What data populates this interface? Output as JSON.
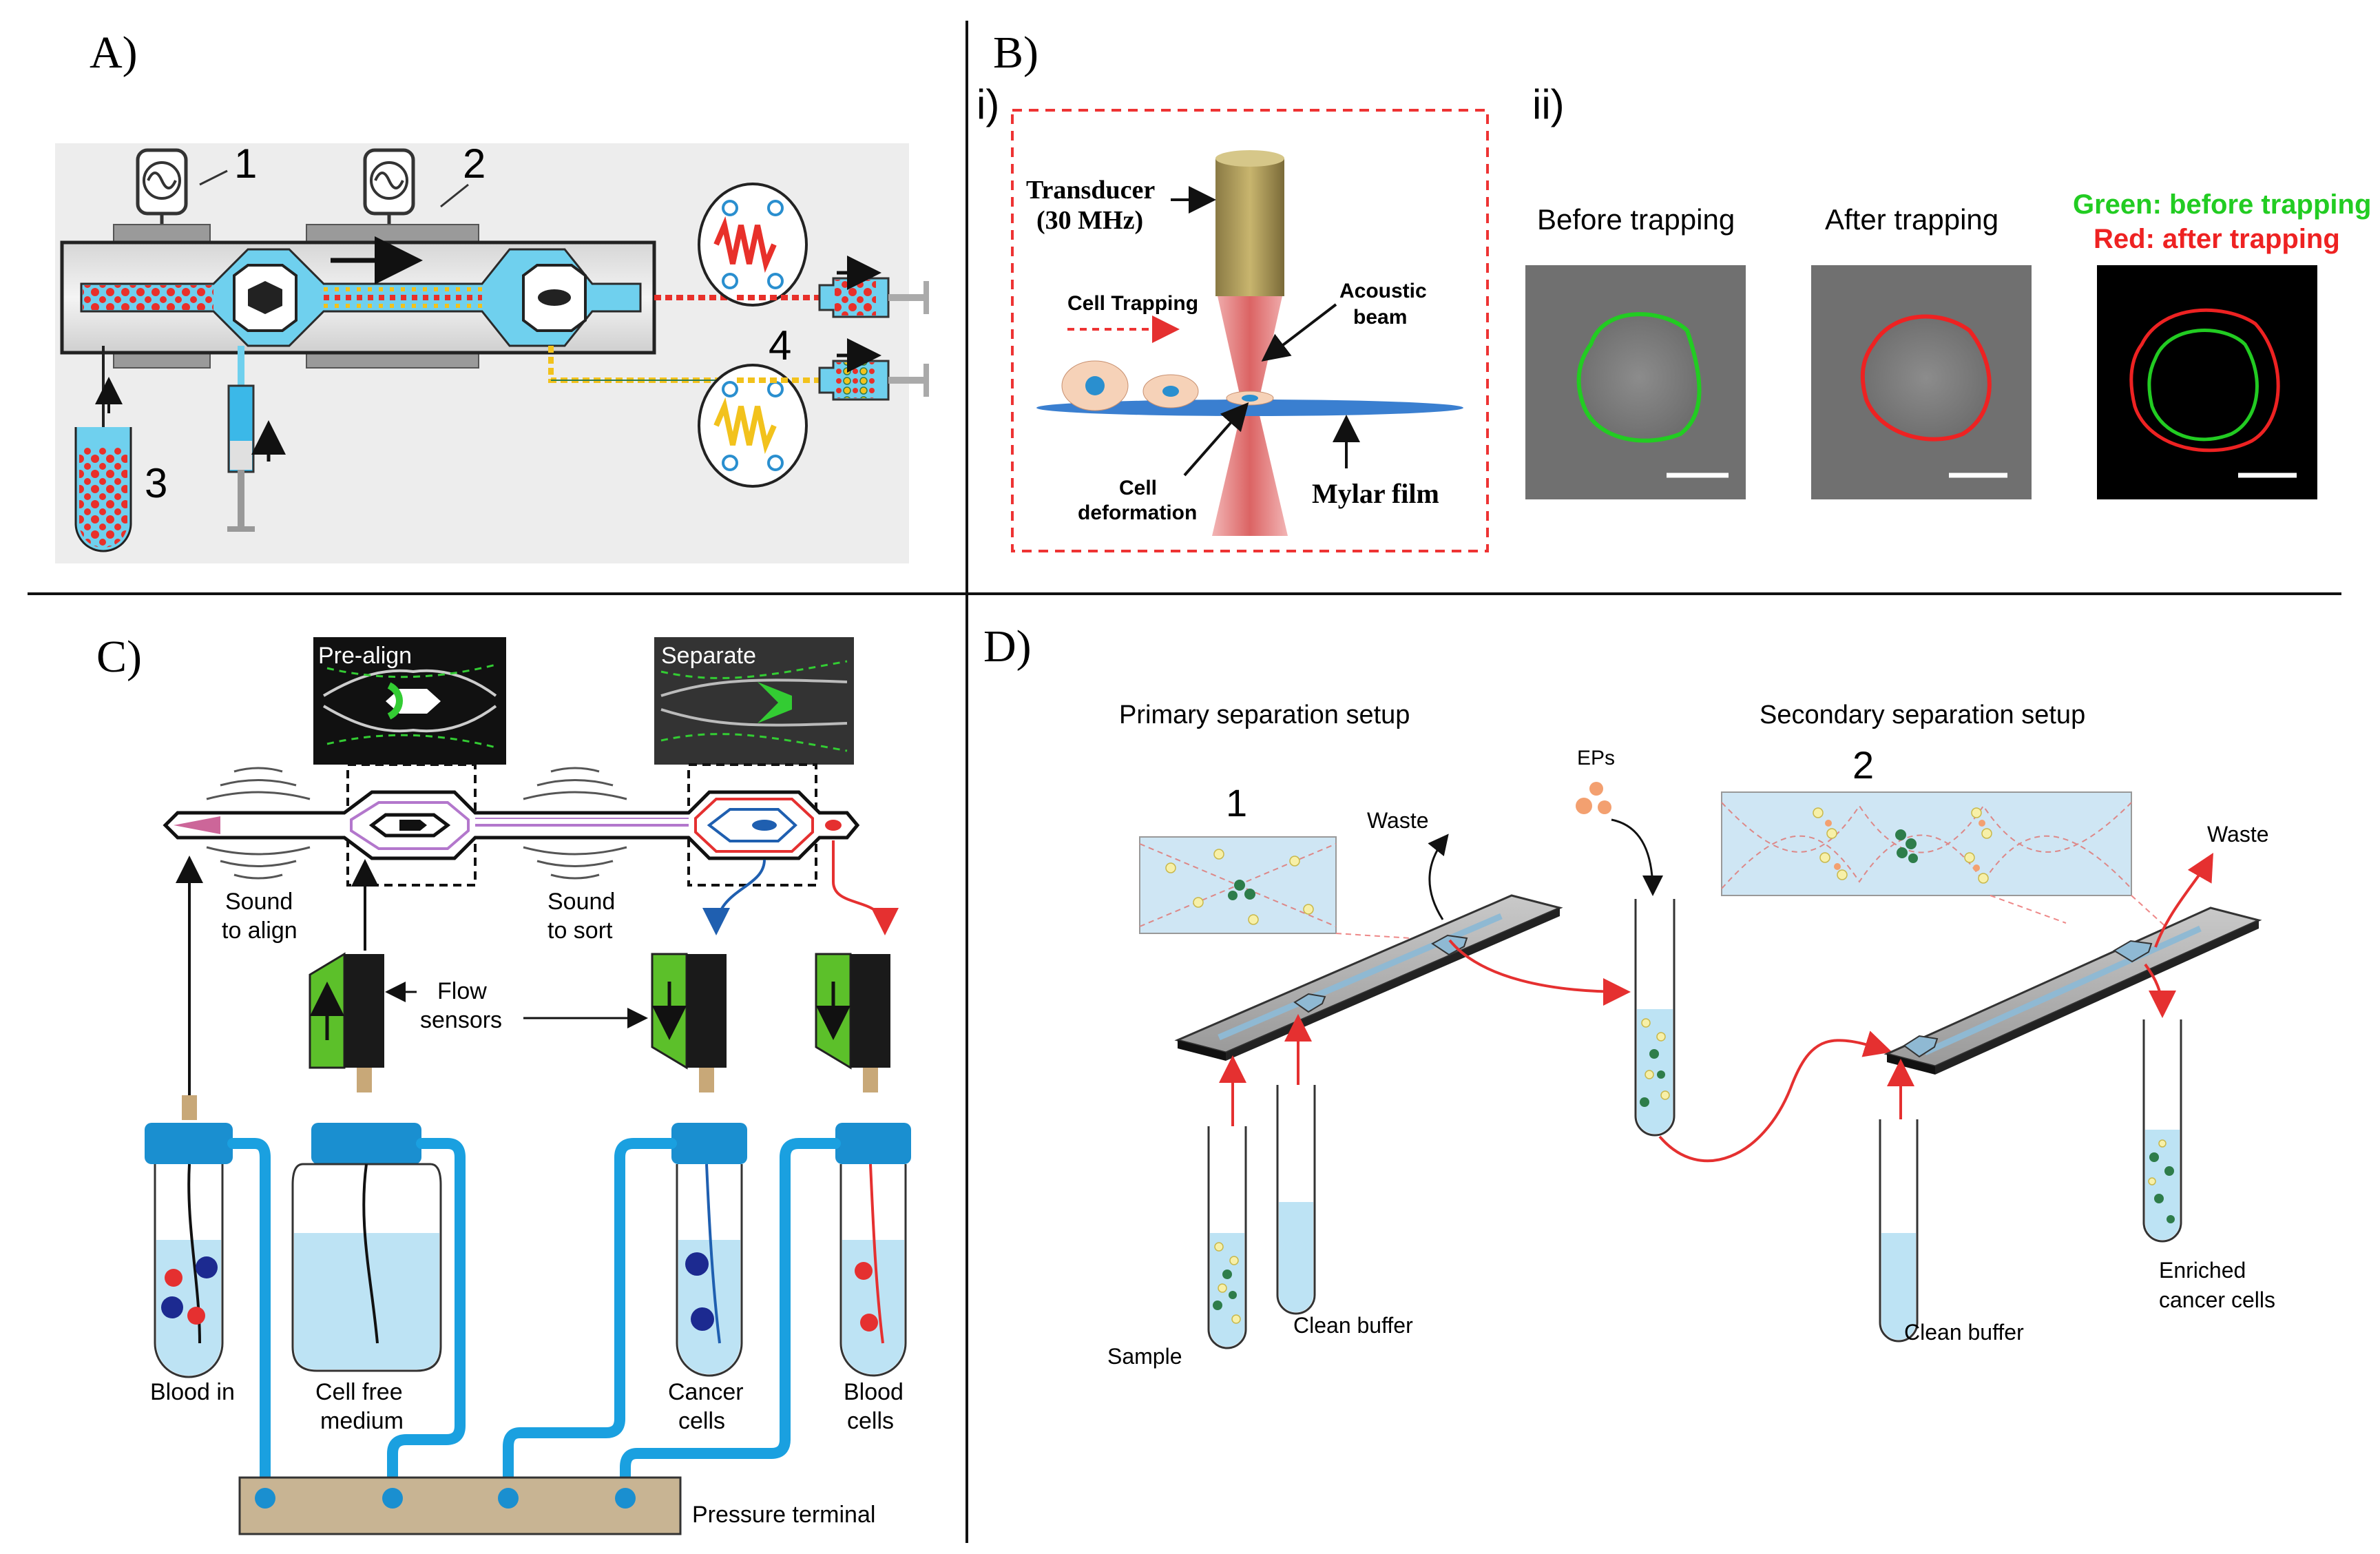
{
  "panels": {
    "a": {
      "label": "A)",
      "numbers": [
        "1",
        "2",
        "3",
        "4"
      ]
    },
    "b": {
      "label": "B)",
      "sub_i": "i)",
      "sub_ii": "ii)",
      "transducer_line1": "Transducer",
      "transducer_line2": "(30 MHz)",
      "cell_trapping": "Cell Trapping",
      "acoustic_line1": "Acoustic",
      "acoustic_line2": "beam",
      "cell_line1": "Cell",
      "cell_line2": "deformation",
      "mylar": "Mylar film",
      "before": "Before trapping",
      "after": "After trapping",
      "legend_green": "Green: before trapping",
      "legend_red": "Red: after trapping"
    },
    "c": {
      "label": "C)",
      "prealign": "Pre-align",
      "separate": "Separate",
      "sound_align_1": "Sound",
      "sound_align_2": "to align",
      "sound_sort_1": "Sound",
      "sound_sort_2": "to sort",
      "flow_1": "Flow",
      "flow_2": "sensors",
      "blood_in": "Blood in",
      "cell_free_1": "Cell free",
      "cell_free_2": "medium",
      "cancer_1": "Cancer",
      "cancer_2": "cells",
      "blood_cells_1": "Blood",
      "blood_cells_2": "cells",
      "pressure": "Pressure terminal"
    },
    "d": {
      "label": "D)",
      "primary": "Primary separation setup",
      "secondary": "Secondary separation setup",
      "num1": "1",
      "num2": "2",
      "eps": "EPs",
      "waste1": "Waste",
      "waste2": "Waste",
      "sample": "Sample",
      "clean1": "Clean buffer",
      "clean2": "Clean buffer",
      "enriched_1": "Enriched",
      "enriched_2": "cancer cells"
    }
  },
  "colors": {
    "channel_blue": "#6fd0ee",
    "red_cell": "#e8302a",
    "yellow_cell": "#f2c21c",
    "green_outline": "#22cc22",
    "red_outline": "#ee2222",
    "sensor_green": "#5cc02a",
    "tube_blue": "#1a8fd0",
    "tubing_blue": "#1aa0e0",
    "terminal_tan": "#c8b493",
    "mylar_blue": "#3a7fd0"
  },
  "icons": [
    "signal-generator-icon",
    "syringe-icon",
    "test-tube-icon",
    "arrow-icon"
  ]
}
